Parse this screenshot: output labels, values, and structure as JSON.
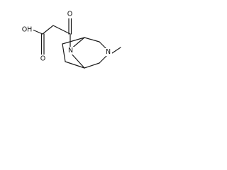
{
  "molecule": {
    "labels": {
      "carbonyl_oxygen": "O",
      "hydroxyl": "OH",
      "acid_oxygen": "O",
      "bridge_nitrogen": "N",
      "ring_nitrogen": "N"
    }
  }
}
